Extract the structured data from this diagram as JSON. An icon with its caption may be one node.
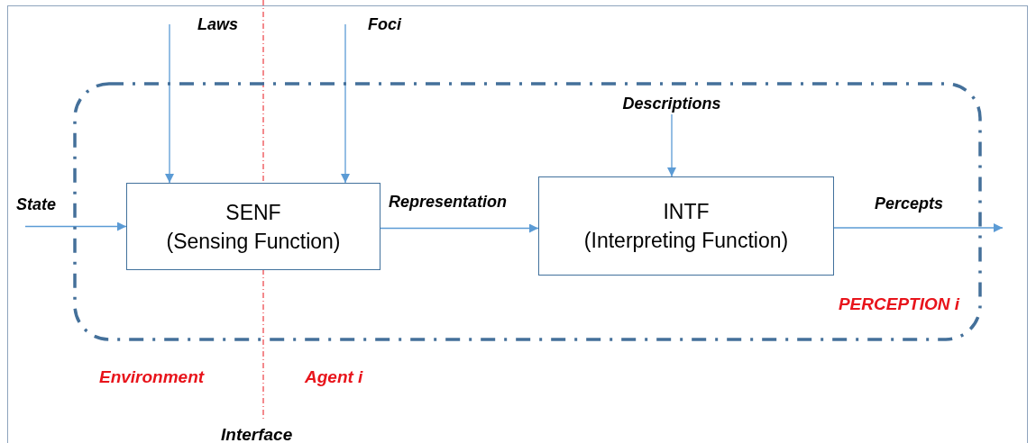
{
  "diagram": {
    "nodes": [
      {
        "text": [
          "PERCEPTION i"
        ]
      },
      {
        "text": [
          "Laws"
        ]
      },
      {
        "text": [
          "Foci"
        ]
      },
      {
        "text": [
          "Descriptions"
        ],
        "in": 0
      },
      {
        "text": [
          "SENF",
          "(Sensing Function)"
        ],
        "in": 0
      },
      {
        "text": [
          "INTF",
          "(Interpreting Function)"
        ],
        "in": 0
      }
    ],
    "edges": [
      {
        "from": null,
        "to": 4,
        "arrow": "to",
        "label": "State"
      },
      {
        "from": 1,
        "to": 4,
        "arrow": "to"
      },
      {
        "from": 2,
        "to": 4,
        "arrow": "to"
      },
      {
        "from": 4,
        "to": 5,
        "arrow": "to",
        "label": "Representation"
      },
      {
        "from": 3,
        "to": 5,
        "arrow": "to"
      },
      {
        "from": 5,
        "to": null,
        "arrow": "to",
        "label": "Percepts"
      }
    ],
    "labels": [
      "Environment",
      "Agent i",
      "Interface"
    ]
  }
}
